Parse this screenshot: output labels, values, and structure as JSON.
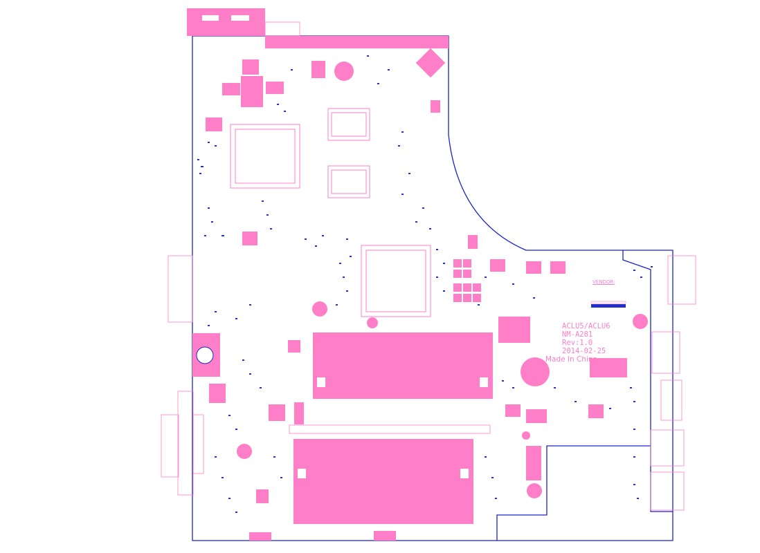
{
  "board_marking": {
    "model": "ACLU5/ACLU6",
    "part_number": "NM-A281",
    "revision": "Rev:1.0",
    "date": "2014-02-25",
    "origin": "Made In China",
    "vendor_label": "VENDOR:"
  },
  "colors": {
    "outline": "#1a22cc",
    "silkscreen": "#ff7ec8",
    "pad_fill": "#ff7ec8",
    "component_marks": "#2230c8",
    "background": "#ffffff"
  }
}
